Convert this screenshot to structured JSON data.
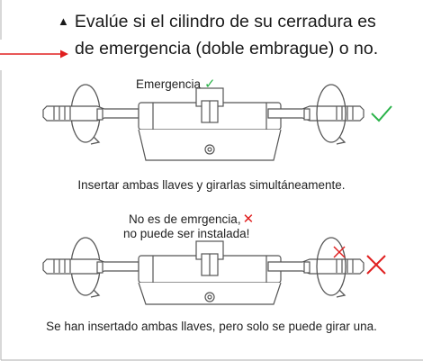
{
  "colors": {
    "accent_red": "#e02020",
    "check_green": "#2bb34a",
    "line_gray": "#bdbdbd",
    "stroke": "#555555"
  },
  "heading": {
    "marker": "▲",
    "line1": "Evalúe si el cilindro de su cerradura es",
    "line2": "de emergencia (doble embrague) o no."
  },
  "top_diagram": {
    "label": "Emergencia",
    "label_mark": "✓",
    "caption": "Insertar ambas llaves y girarlas simultáneamente."
  },
  "bottom_diagram": {
    "label_line1": "No es de emrgencia,",
    "label_mark": "✕",
    "label_line2": "no puede ser instalada!",
    "caption": "Se han insertado ambas llaves, pero solo se puede girar una."
  }
}
